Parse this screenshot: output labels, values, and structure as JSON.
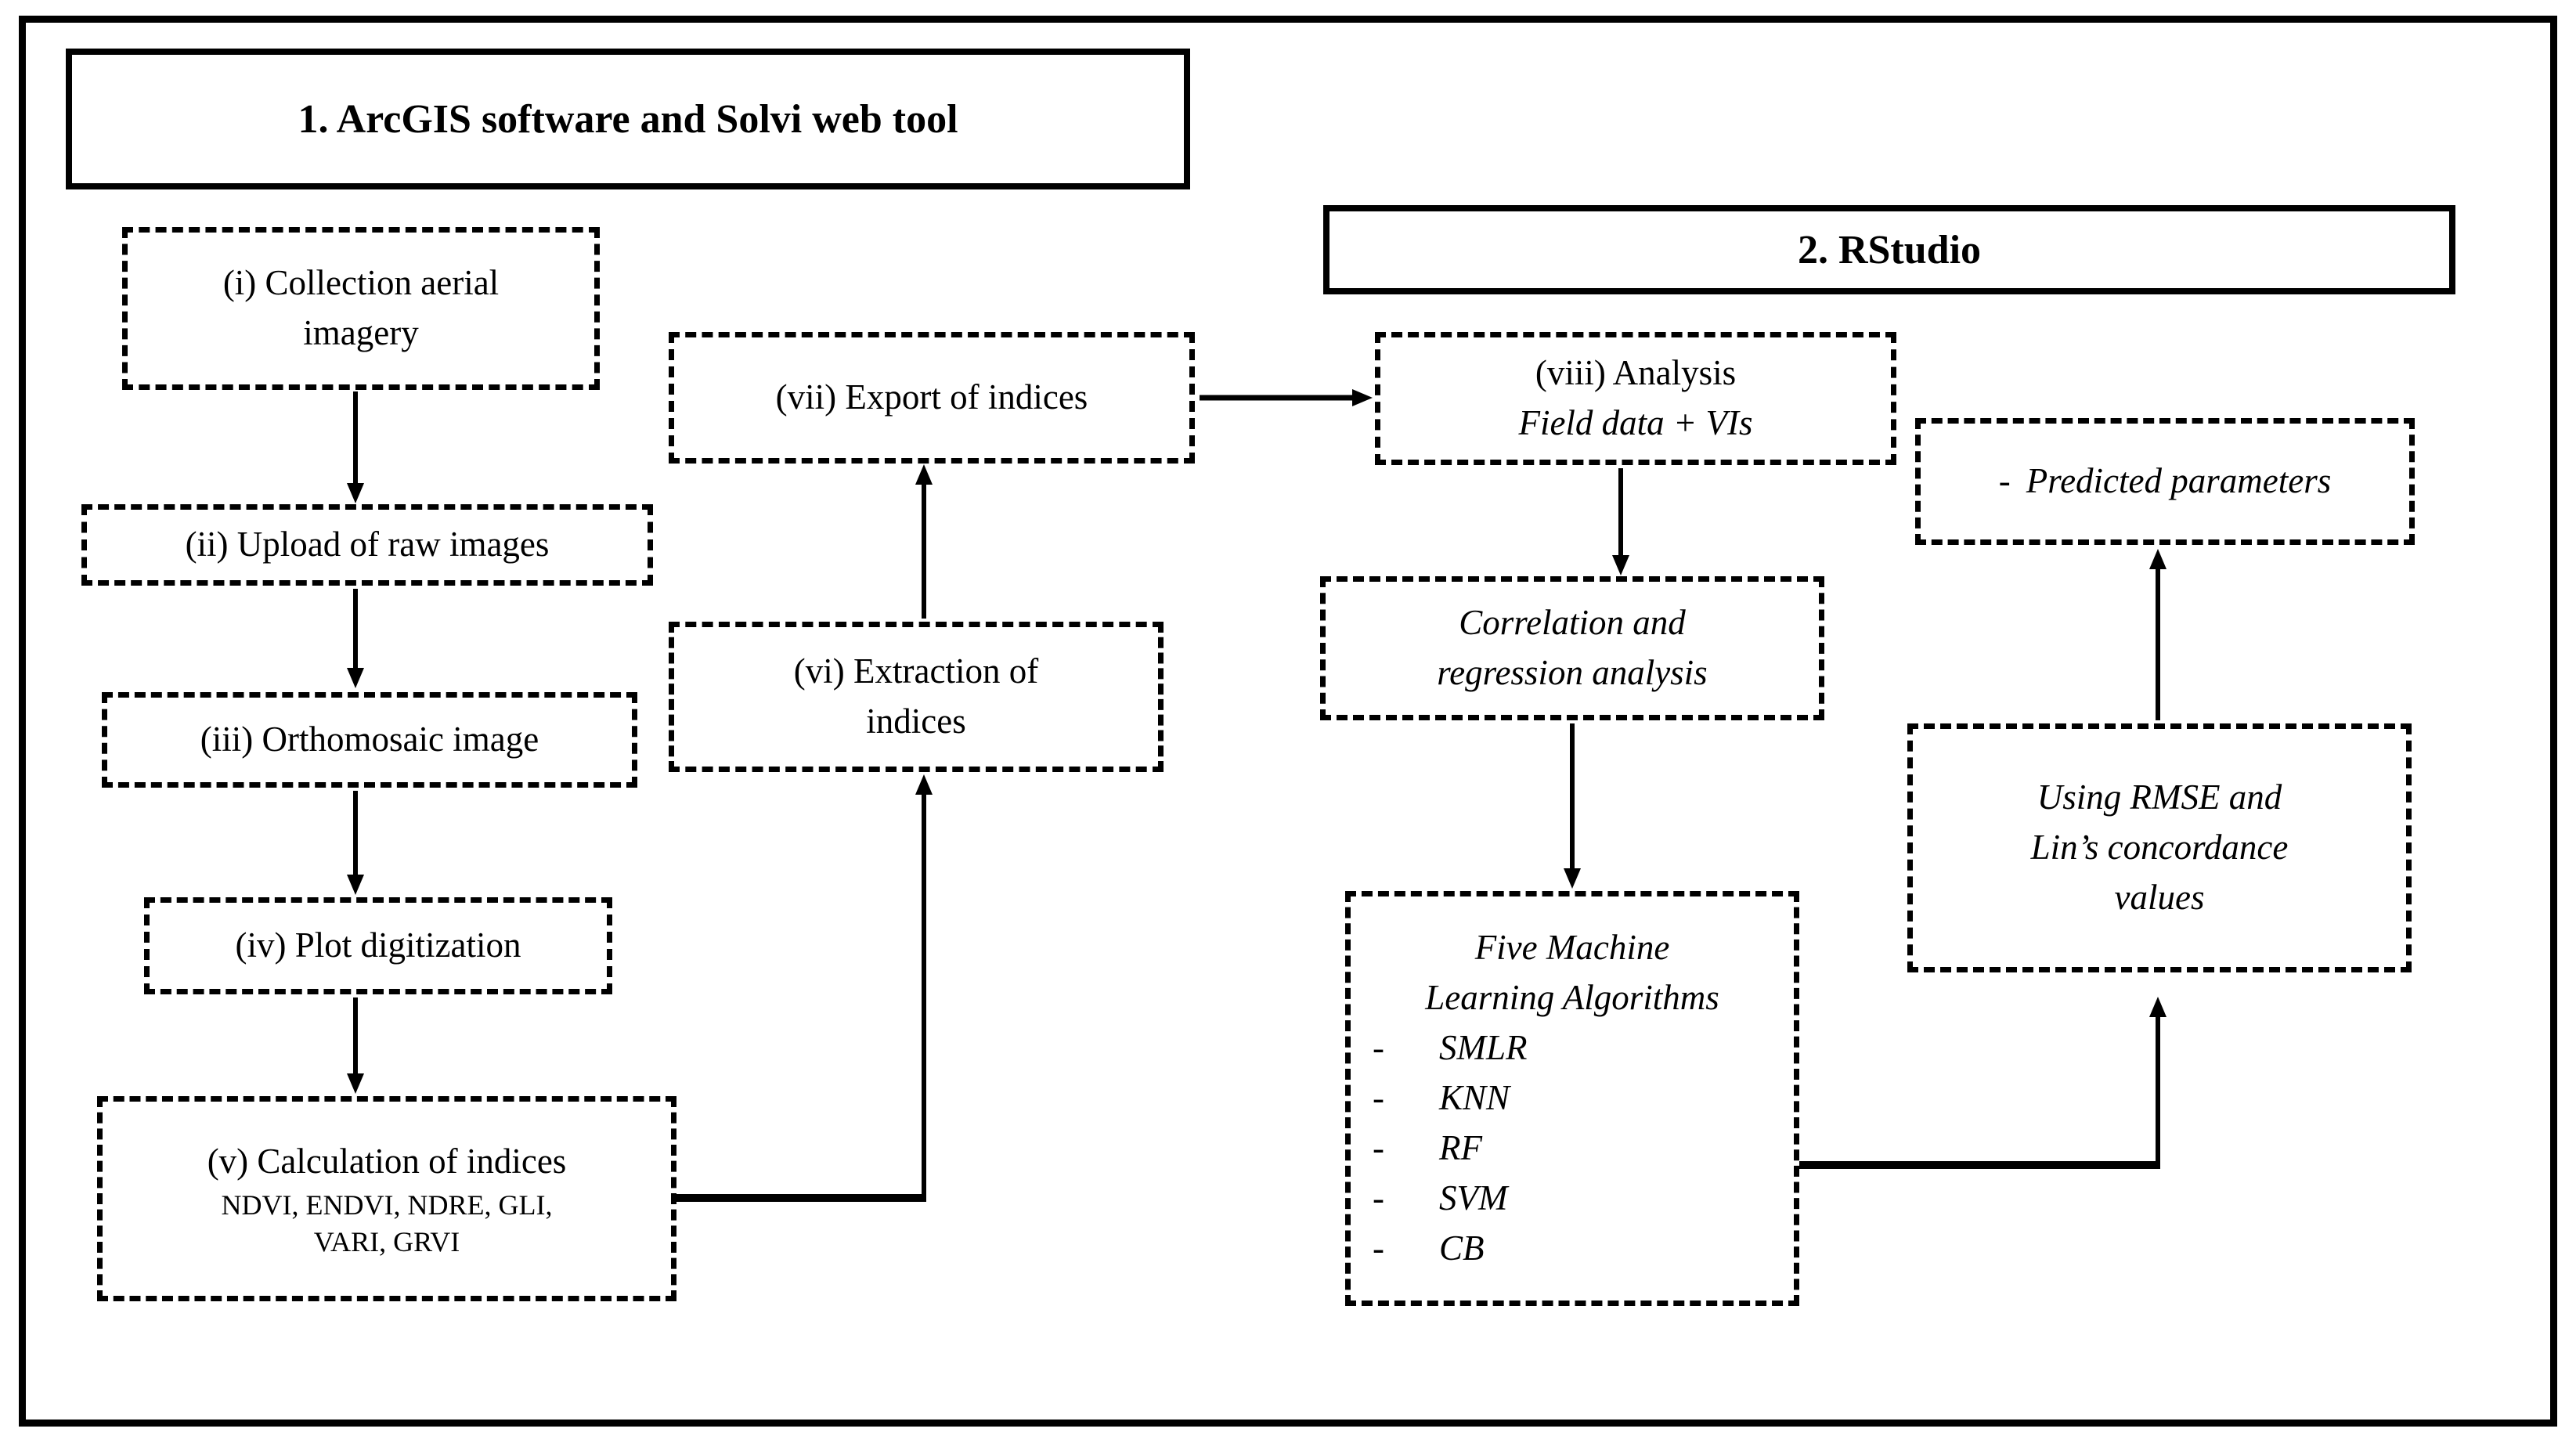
{
  "colors": {
    "ink": "#000000",
    "paper": "#ffffff"
  },
  "sections": {
    "arcgis": {
      "title": "1. ArcGIS software and Solvi web tool"
    },
    "rstudio": {
      "title": "2. RStudio"
    }
  },
  "steps": {
    "collection": {
      "line1": "(i) Collection aerial",
      "line2": "imagery"
    },
    "upload": {
      "label": "(ii) Upload of raw images"
    },
    "orthomosaic": {
      "label": "(iii) Orthomosaic image"
    },
    "digitization": {
      "label": "(iv) Plot digitization"
    },
    "calculation": {
      "title": "(v) Calculation of indices",
      "indices_line1": "NDVI, ENDVI, NDRE, GLI,",
      "indices_line2": "VARI, GRVI"
    },
    "extraction": {
      "line1": "(vi) Extraction of",
      "line2": "indices"
    },
    "export": {
      "label": "(vii) Export of indices"
    },
    "analysis": {
      "title": "(viii) Analysis",
      "subtitle": "Field data + VIs"
    },
    "correlation": {
      "line1": "Correlation and",
      "line2": "regression analysis"
    },
    "machine_learning": {
      "line1": "Five Machine",
      "line2": "Learning Algorithms",
      "items": [
        {
          "bullet": "-",
          "label": "SMLR"
        },
        {
          "bullet": "-",
          "label": "KNN"
        },
        {
          "bullet": "-",
          "label": "RF"
        },
        {
          "bullet": "-",
          "label": "SVM"
        },
        {
          "bullet": "-",
          "label": "CB"
        }
      ]
    },
    "predicted": {
      "bullet": "-",
      "label": "Predicted parameters"
    },
    "evaluation": {
      "line1": "Using RMSE and",
      "line2": "Lin’s concordance",
      "line3": "values"
    }
  }
}
